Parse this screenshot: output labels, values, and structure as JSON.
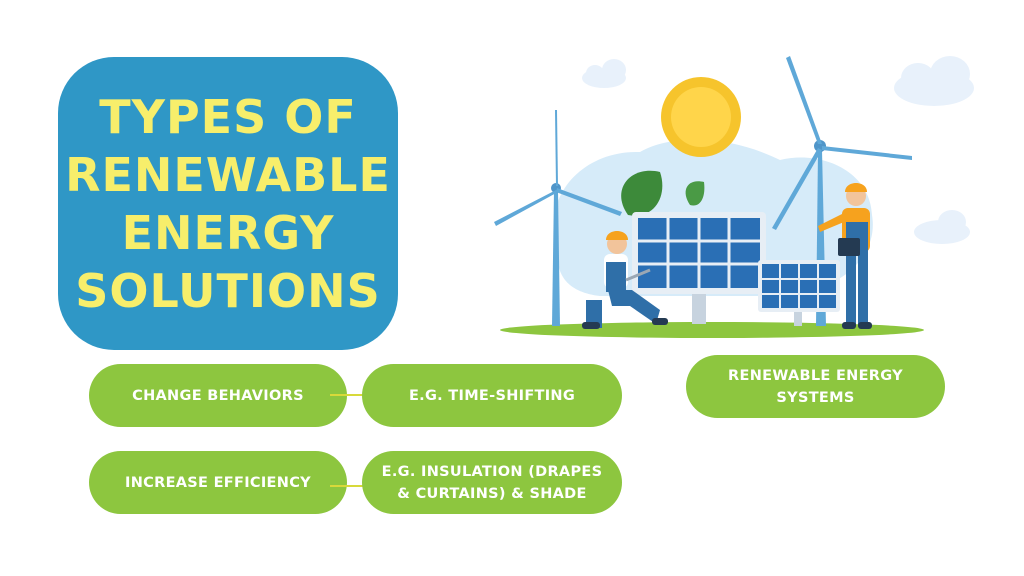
{
  "title": {
    "lines": [
      "TYPES OF",
      "RENEWABLE",
      "ENERGY",
      "SOLUTIONS"
    ]
  },
  "boxes": {
    "change_behaviors": "CHANGE BEHAVIORS",
    "time_shifting": "E.G. TIME-SHIFTING",
    "increase_efficiency": "INCREASE EFFICIENCY",
    "insulation_line1": "E.G. INSULATION (DRAPES",
    "insulation_line2": "& CURTAINS) & SHADE",
    "renewable_line1": "RENEWABLE ENERGY",
    "renewable_line2": "SYSTEMS"
  },
  "colors": {
    "title_bg": "#2f97c6",
    "title_text": "#f7ee6b",
    "pill_bg": "#8dc63f",
    "pill_text": "#ffffff",
    "arrow": "#d8d93a"
  },
  "illustration": {
    "icons": [
      "sun-icon",
      "wind-turbine-icon",
      "solar-panel-icon",
      "worker-icon",
      "cloud-icon",
      "leaf-icon"
    ]
  }
}
